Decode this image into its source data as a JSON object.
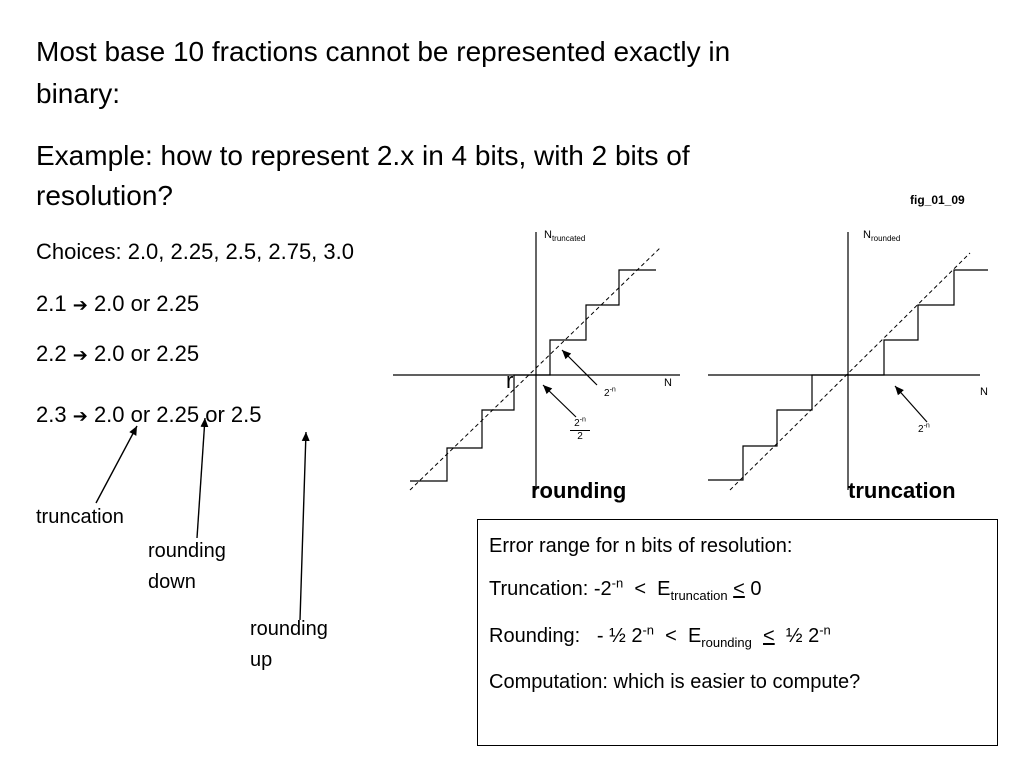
{
  "slide": {
    "line1": "Most base 10 fractions cannot be represented exactly in binary:",
    "line1_a": "Most base 10 fractions cannot be represented exactly in",
    "line1_b": "binary:",
    "line2_a": "Example: how to represent 2.x in 4 bits, with 2 bits of",
    "line2_b": "resolution?",
    "choices": "Choices: 2.0, 2.25, 2.5, 2.75, 3.0",
    "ex1_left": "2.1",
    "ex1_right": "2.0 or 2.25",
    "ex2_left": "2.2",
    "ex2_right": "2.0 or 2.25",
    "ex3_left": "2.3",
    "ex3_right": "2.0 or 2.25 or 2.5",
    "arrow_glyph": "➔",
    "note_truncation": "truncation",
    "note_rounding_down_a": "rounding",
    "note_rounding_down_b": "down",
    "note_rounding_up_a": "rounding",
    "note_rounding_up_b": "up",
    "stray_r": "r"
  },
  "figure": {
    "id": "fig_01_09",
    "left_ylabel_main": "N",
    "left_ylabel_sub": "truncated",
    "right_ylabel_main": "N",
    "right_ylabel_sub": "rounded",
    "left_xlabel": "N",
    "right_xlabel": "N",
    "left_step_label": "2",
    "left_step_exp": "-n",
    "frac_num_base": "2",
    "frac_num_exp": "-n",
    "frac_den": "2",
    "right_step_label": "2",
    "right_step_exp": "-n",
    "caption_left": "rounding",
    "caption_right": "truncation"
  },
  "error_box": {
    "title": "Error range for n bits of resolution:",
    "trunc_prefix": "Truncation: -2",
    "trunc_exp": "-n",
    "trunc_lt": "<",
    "trunc_E": "E",
    "trunc_sub": "truncation",
    "trunc_le": "<",
    "trunc_zero": "0",
    "round_prefix": "Rounding:",
    "round_low": "- ½ 2",
    "round_low_exp": "-n",
    "round_lt": "<",
    "round_E": "E",
    "round_sub": "rounding",
    "round_le": "<",
    "round_high": "½ 2",
    "round_high_exp": "-n",
    "computation": "Computation: which is easier to compute?"
  }
}
